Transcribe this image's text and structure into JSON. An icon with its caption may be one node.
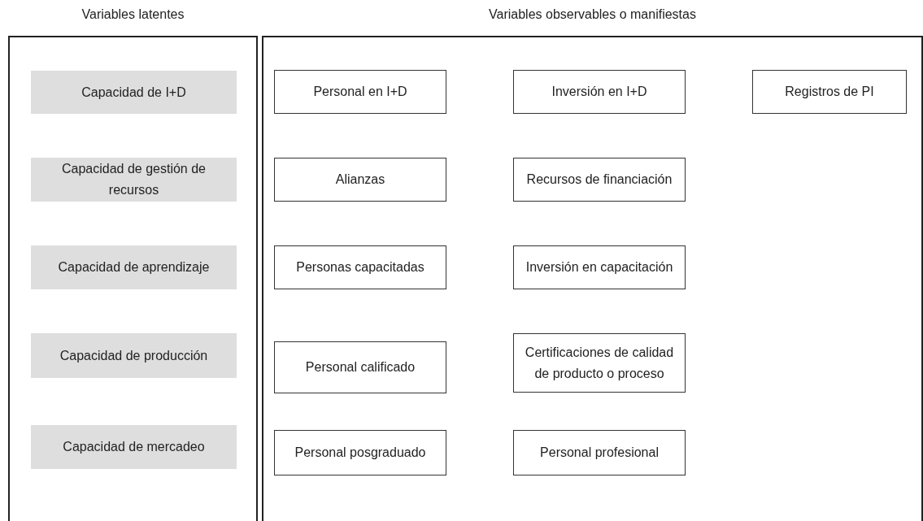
{
  "diagram": {
    "nodes": [
      {
        "text": [
          "Variables latentes"
        ]
      },
      {
        "text": [
          "Capacidad de I+D"
        ],
        "in": 0
      },
      {
        "text": [
          "Capacidad de gestión de recursos"
        ],
        "in": 0
      },
      {
        "text": [
          "Capacidad de aprendizaje"
        ],
        "in": 0
      },
      {
        "text": [
          "Capacidad de producción"
        ],
        "in": 0
      },
      {
        "text": [
          "Capacidad de mercadeo"
        ],
        "in": 0
      },
      {
        "text": [
          "Variables observables o manifiestas"
        ]
      },
      {
        "text": [
          "Personal en I+D"
        ],
        "in": 6
      },
      {
        "text": [
          "Inversión en I+D"
        ],
        "in": 6
      },
      {
        "text": [
          "Registros de PI"
        ],
        "in": 6
      },
      {
        "text": [
          "Alianzas"
        ],
        "in": 6
      },
      {
        "text": [
          "Recursos de financiación"
        ],
        "in": 6
      },
      {
        "text": [
          "Personas capacitadas"
        ],
        "in": 6
      },
      {
        "text": [
          "Inversión en capacitación"
        ],
        "in": 6
      },
      {
        "text": [
          "Personal calificado"
        ],
        "in": 6
      },
      {
        "text": [
          "Certificaciones de calidad de producto o proceso"
        ],
        "in": 6
      },
      {
        "text": [
          "Personal posgraduado"
        ],
        "in": 6
      },
      {
        "text": [
          "Personal profesional"
        ],
        "in": 6
      }
    ],
    "edges": []
  }
}
